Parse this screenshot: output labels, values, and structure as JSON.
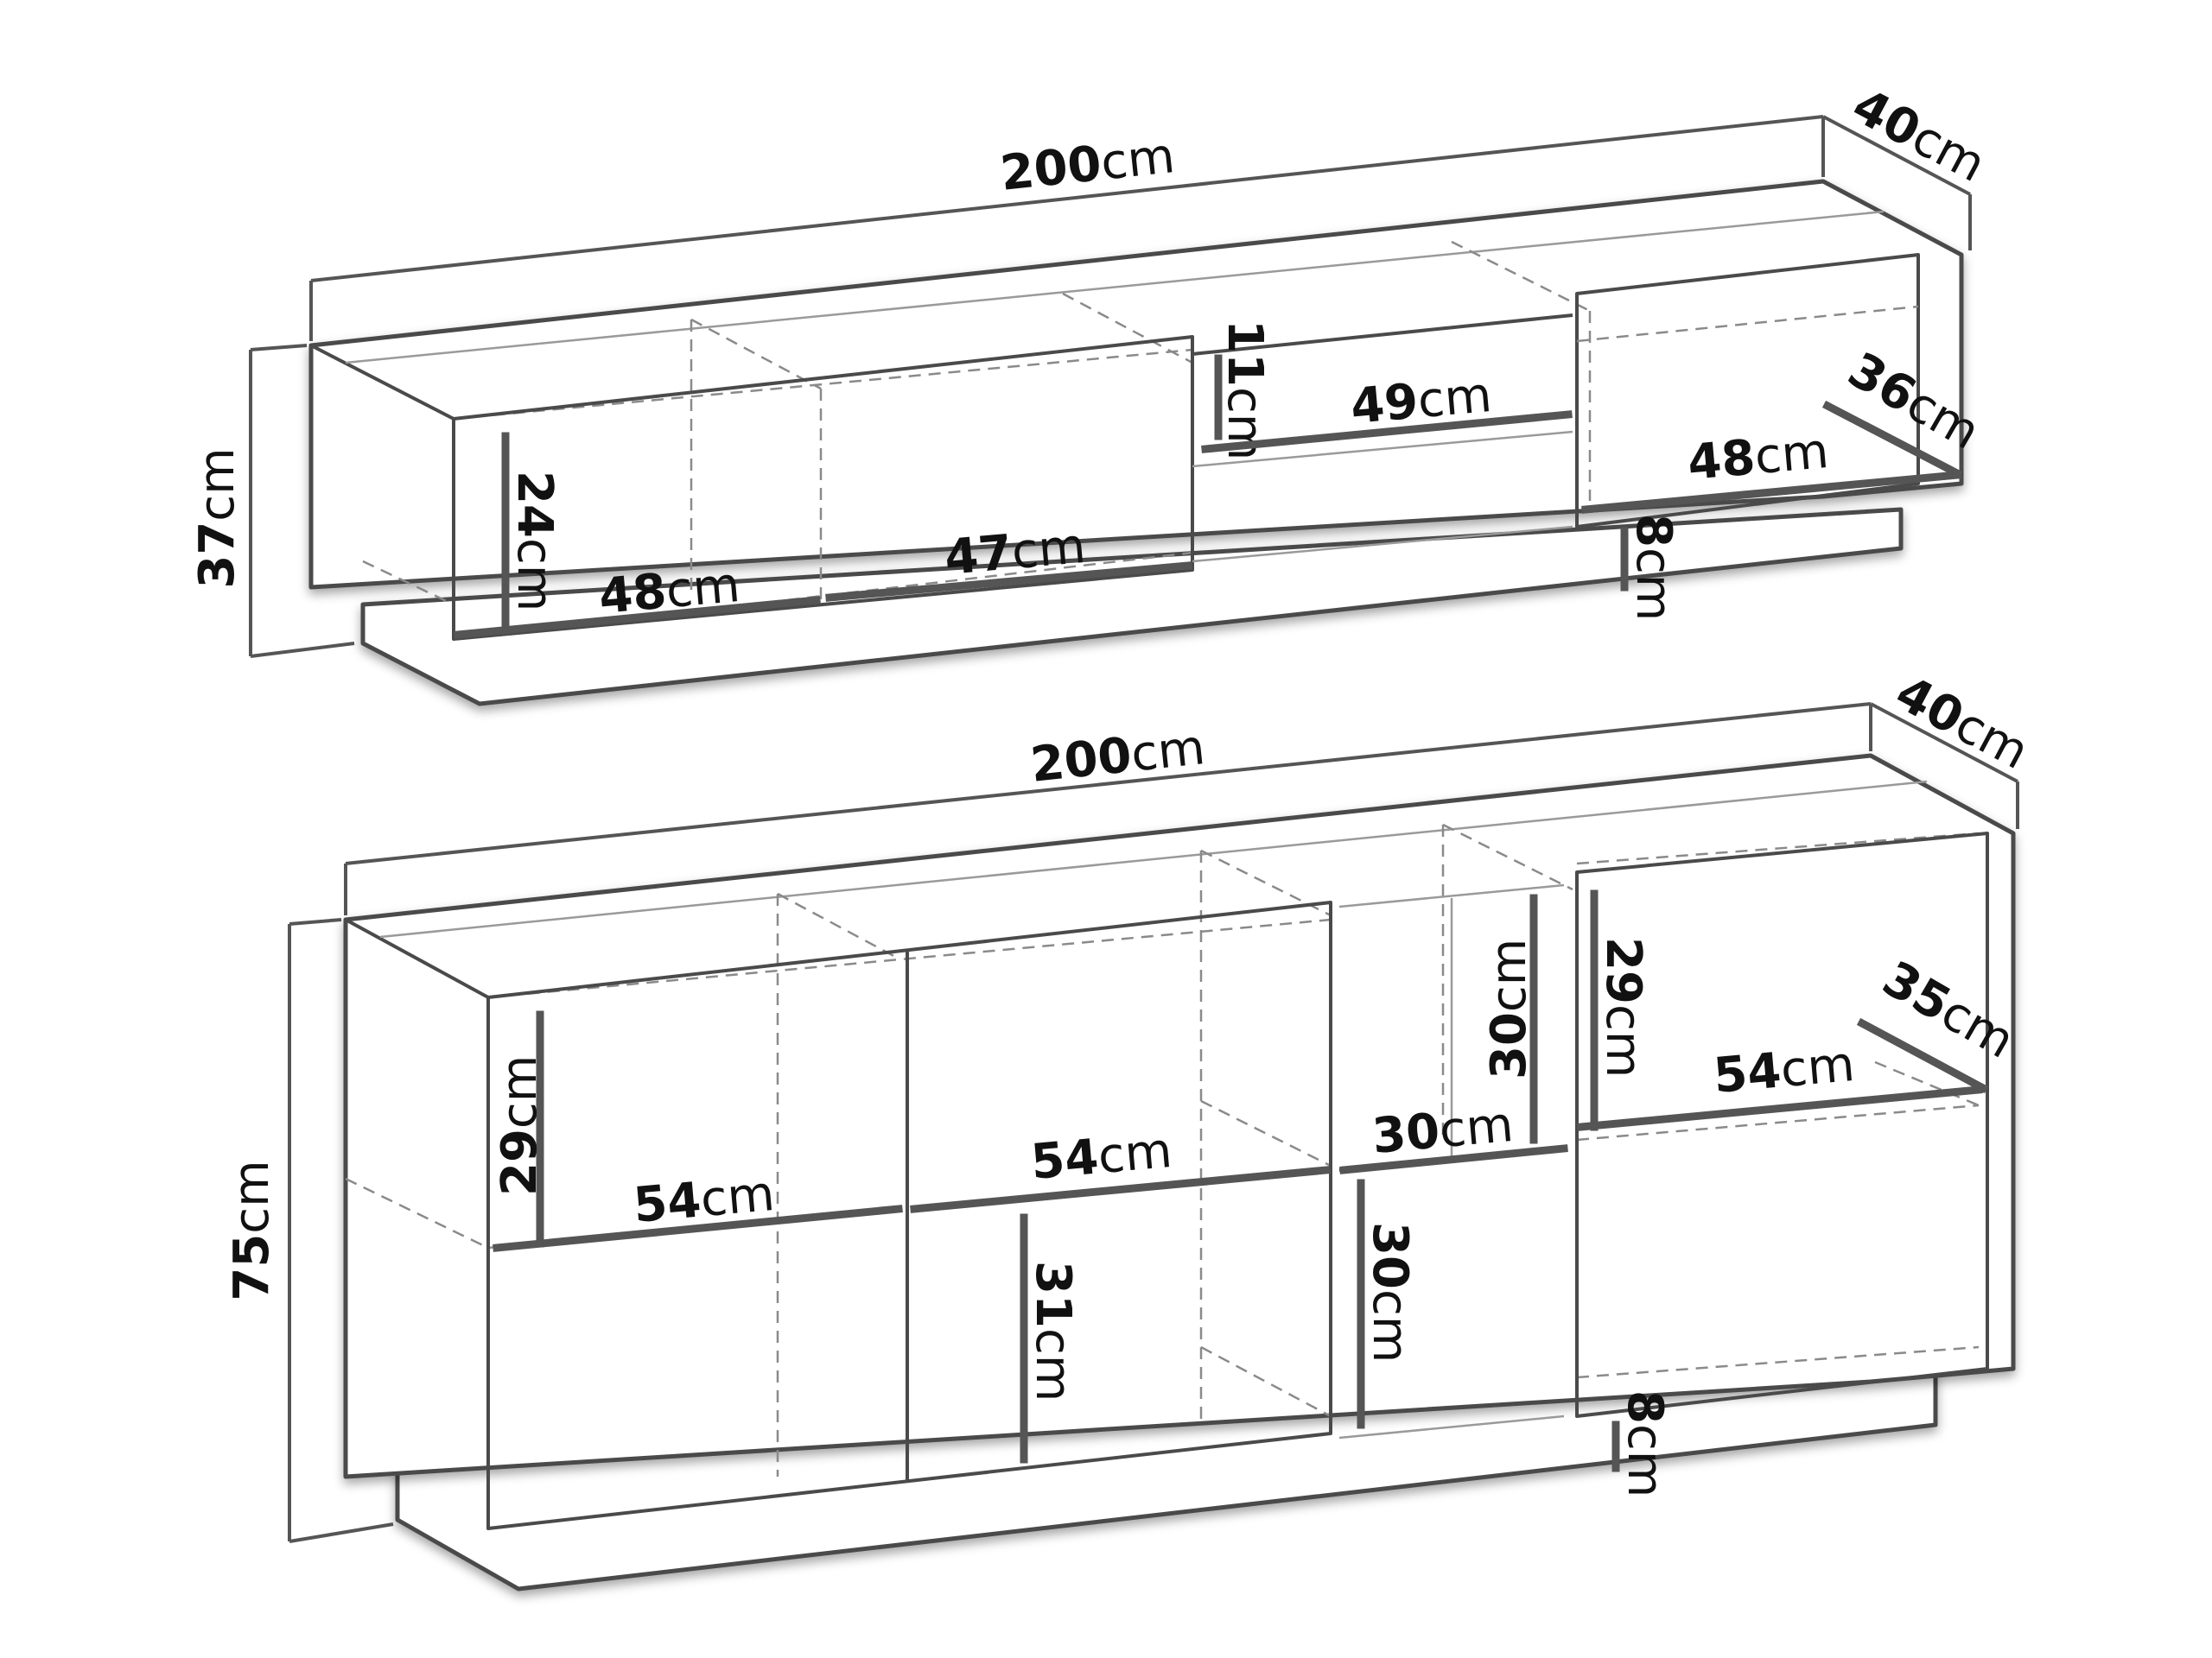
{
  "colors": {
    "line": "#4a4a4a",
    "dimension": "#555555",
    "text": "#111111",
    "background": "#ffffff"
  },
  "unit": "cm",
  "tv_unit": {
    "width": "200",
    "depth": "40",
    "height": "37",
    "left_compartment_height": "24",
    "left_shelf_width": "48",
    "middle_shelf_width": "47",
    "niche_height": "11",
    "niche_width": "49",
    "right_shelf_width": "48",
    "right_depth": "36",
    "base_height": "8"
  },
  "sideboard": {
    "width": "200",
    "depth": "40",
    "height": "75",
    "left_upper_height": "29",
    "left_shelf_width": "54",
    "middle_shelf_width": "54",
    "middle_lower_height": "31",
    "niche_upper_height": "30",
    "niche_width": "30",
    "niche_lower_height": "30",
    "right_upper_height": "29",
    "right_shelf_width": "54",
    "right_depth": "35",
    "base_height": "8"
  }
}
